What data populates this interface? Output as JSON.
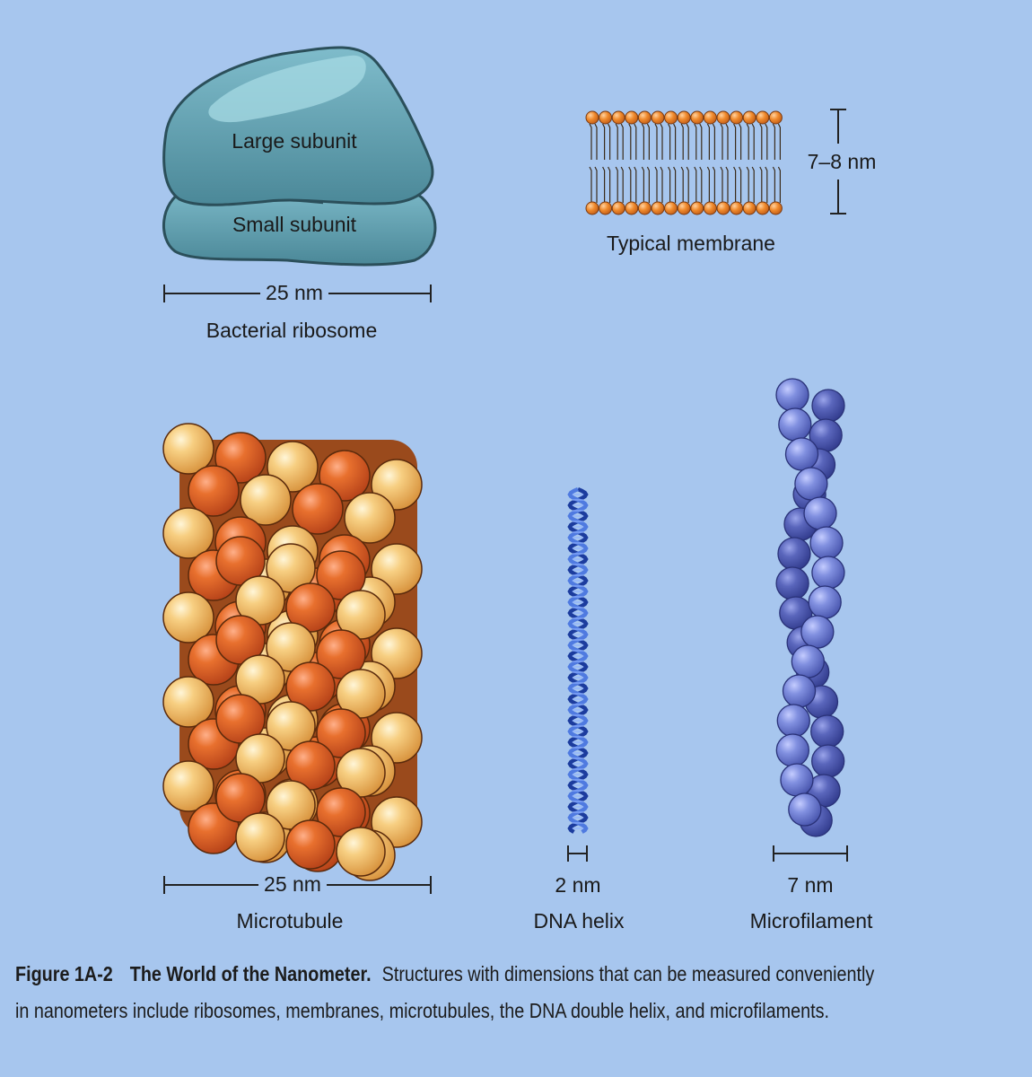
{
  "ribosome": {
    "large_label": "Large subunit",
    "small_label": "Small subunit",
    "scale_label": "25 nm",
    "name": "Bacterial ribosome"
  },
  "membrane": {
    "scale_label": "7–8 nm",
    "name": "Typical membrane"
  },
  "microtubule": {
    "scale_label": "25 nm",
    "name": "Microtubule"
  },
  "dna": {
    "scale_label": "2 nm",
    "name": "DNA helix"
  },
  "microfilament": {
    "scale_label": "7 nm",
    "name": "Microfilament"
  },
  "caption": {
    "figure_number": "Figure 1A-2",
    "title": "The World of the Nanometer.",
    "text": "Structures with dimensions that can be measured conveniently in nanometers include ribosomes, membranes, microtubules, the DNA double helix, and microfilaments."
  },
  "colors": {
    "background": "#a7c6ee",
    "ribosome": "#5f9fae",
    "head_group": "#f08a2c",
    "tubulin_dark": "#e06a2a",
    "tubulin_light": "#f5bf6a",
    "dna": "#2850c8",
    "actin": "#7a86d8"
  }
}
